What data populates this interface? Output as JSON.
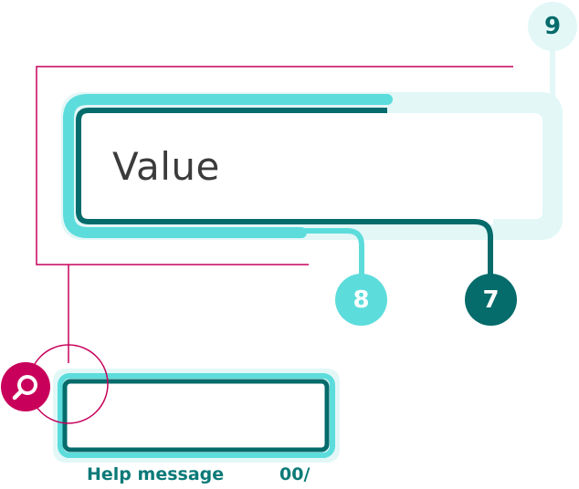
{
  "field": {
    "value": "Value"
  },
  "callouts": {
    "focus_ring": "9",
    "active_indicator": "8",
    "outline": "7"
  },
  "helper": {
    "message": "Help message",
    "counter": "00/"
  },
  "icons": {
    "inspect": "search-icon"
  },
  "colors": {
    "outline": "#056b6b",
    "active": "#5ddcdc",
    "ring": "#e3f7f7",
    "annotation": "#c8005b"
  }
}
